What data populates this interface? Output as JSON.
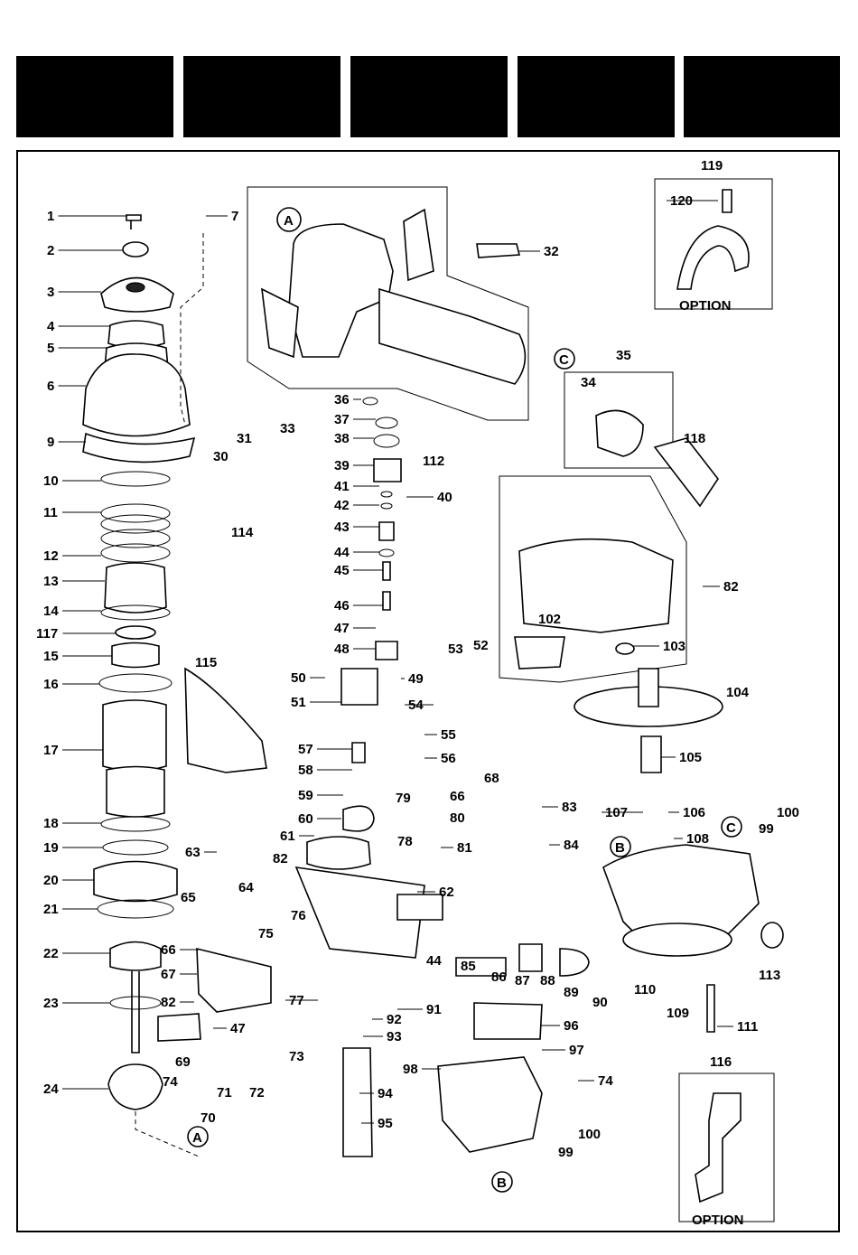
{
  "header_blocks": [
    "",
    "",
    "",
    "",
    ""
  ],
  "callouts": {
    "A": "A",
    "B": "B",
    "C": "C"
  },
  "option_label": "OPTION",
  "parts": [
    "1",
    "2",
    "3",
    "4",
    "5",
    "6",
    "7",
    "9",
    "10",
    "11",
    "12",
    "13",
    "14",
    "15",
    "16",
    "17",
    "18",
    "19",
    "20",
    "21",
    "22",
    "23",
    "24",
    "30",
    "31",
    "32",
    "33",
    "34",
    "35",
    "36",
    "37",
    "38",
    "39",
    "40",
    "41",
    "42",
    "43",
    "44",
    "45",
    "46",
    "47",
    "48",
    "49",
    "50",
    "51",
    "52",
    "53",
    "54",
    "55",
    "56",
    "57",
    "58",
    "59",
    "60",
    "61",
    "62",
    "63",
    "64",
    "65",
    "66",
    "67",
    "68",
    "69",
    "70",
    "71",
    "72",
    "73",
    "74",
    "75",
    "76",
    "77",
    "78",
    "79",
    "80",
    "81",
    "82",
    "83",
    "84",
    "85",
    "86",
    "87",
    "88",
    "89",
    "90",
    "91",
    "92",
    "93",
    "94",
    "95",
    "96",
    "97",
    "98",
    "99",
    "100",
    "102",
    "103",
    "104",
    "105",
    "106",
    "107",
    "108",
    "109",
    "110",
    "111",
    "112",
    "113",
    "114",
    "115",
    "116",
    "117",
    "118",
    "119",
    "120"
  ]
}
